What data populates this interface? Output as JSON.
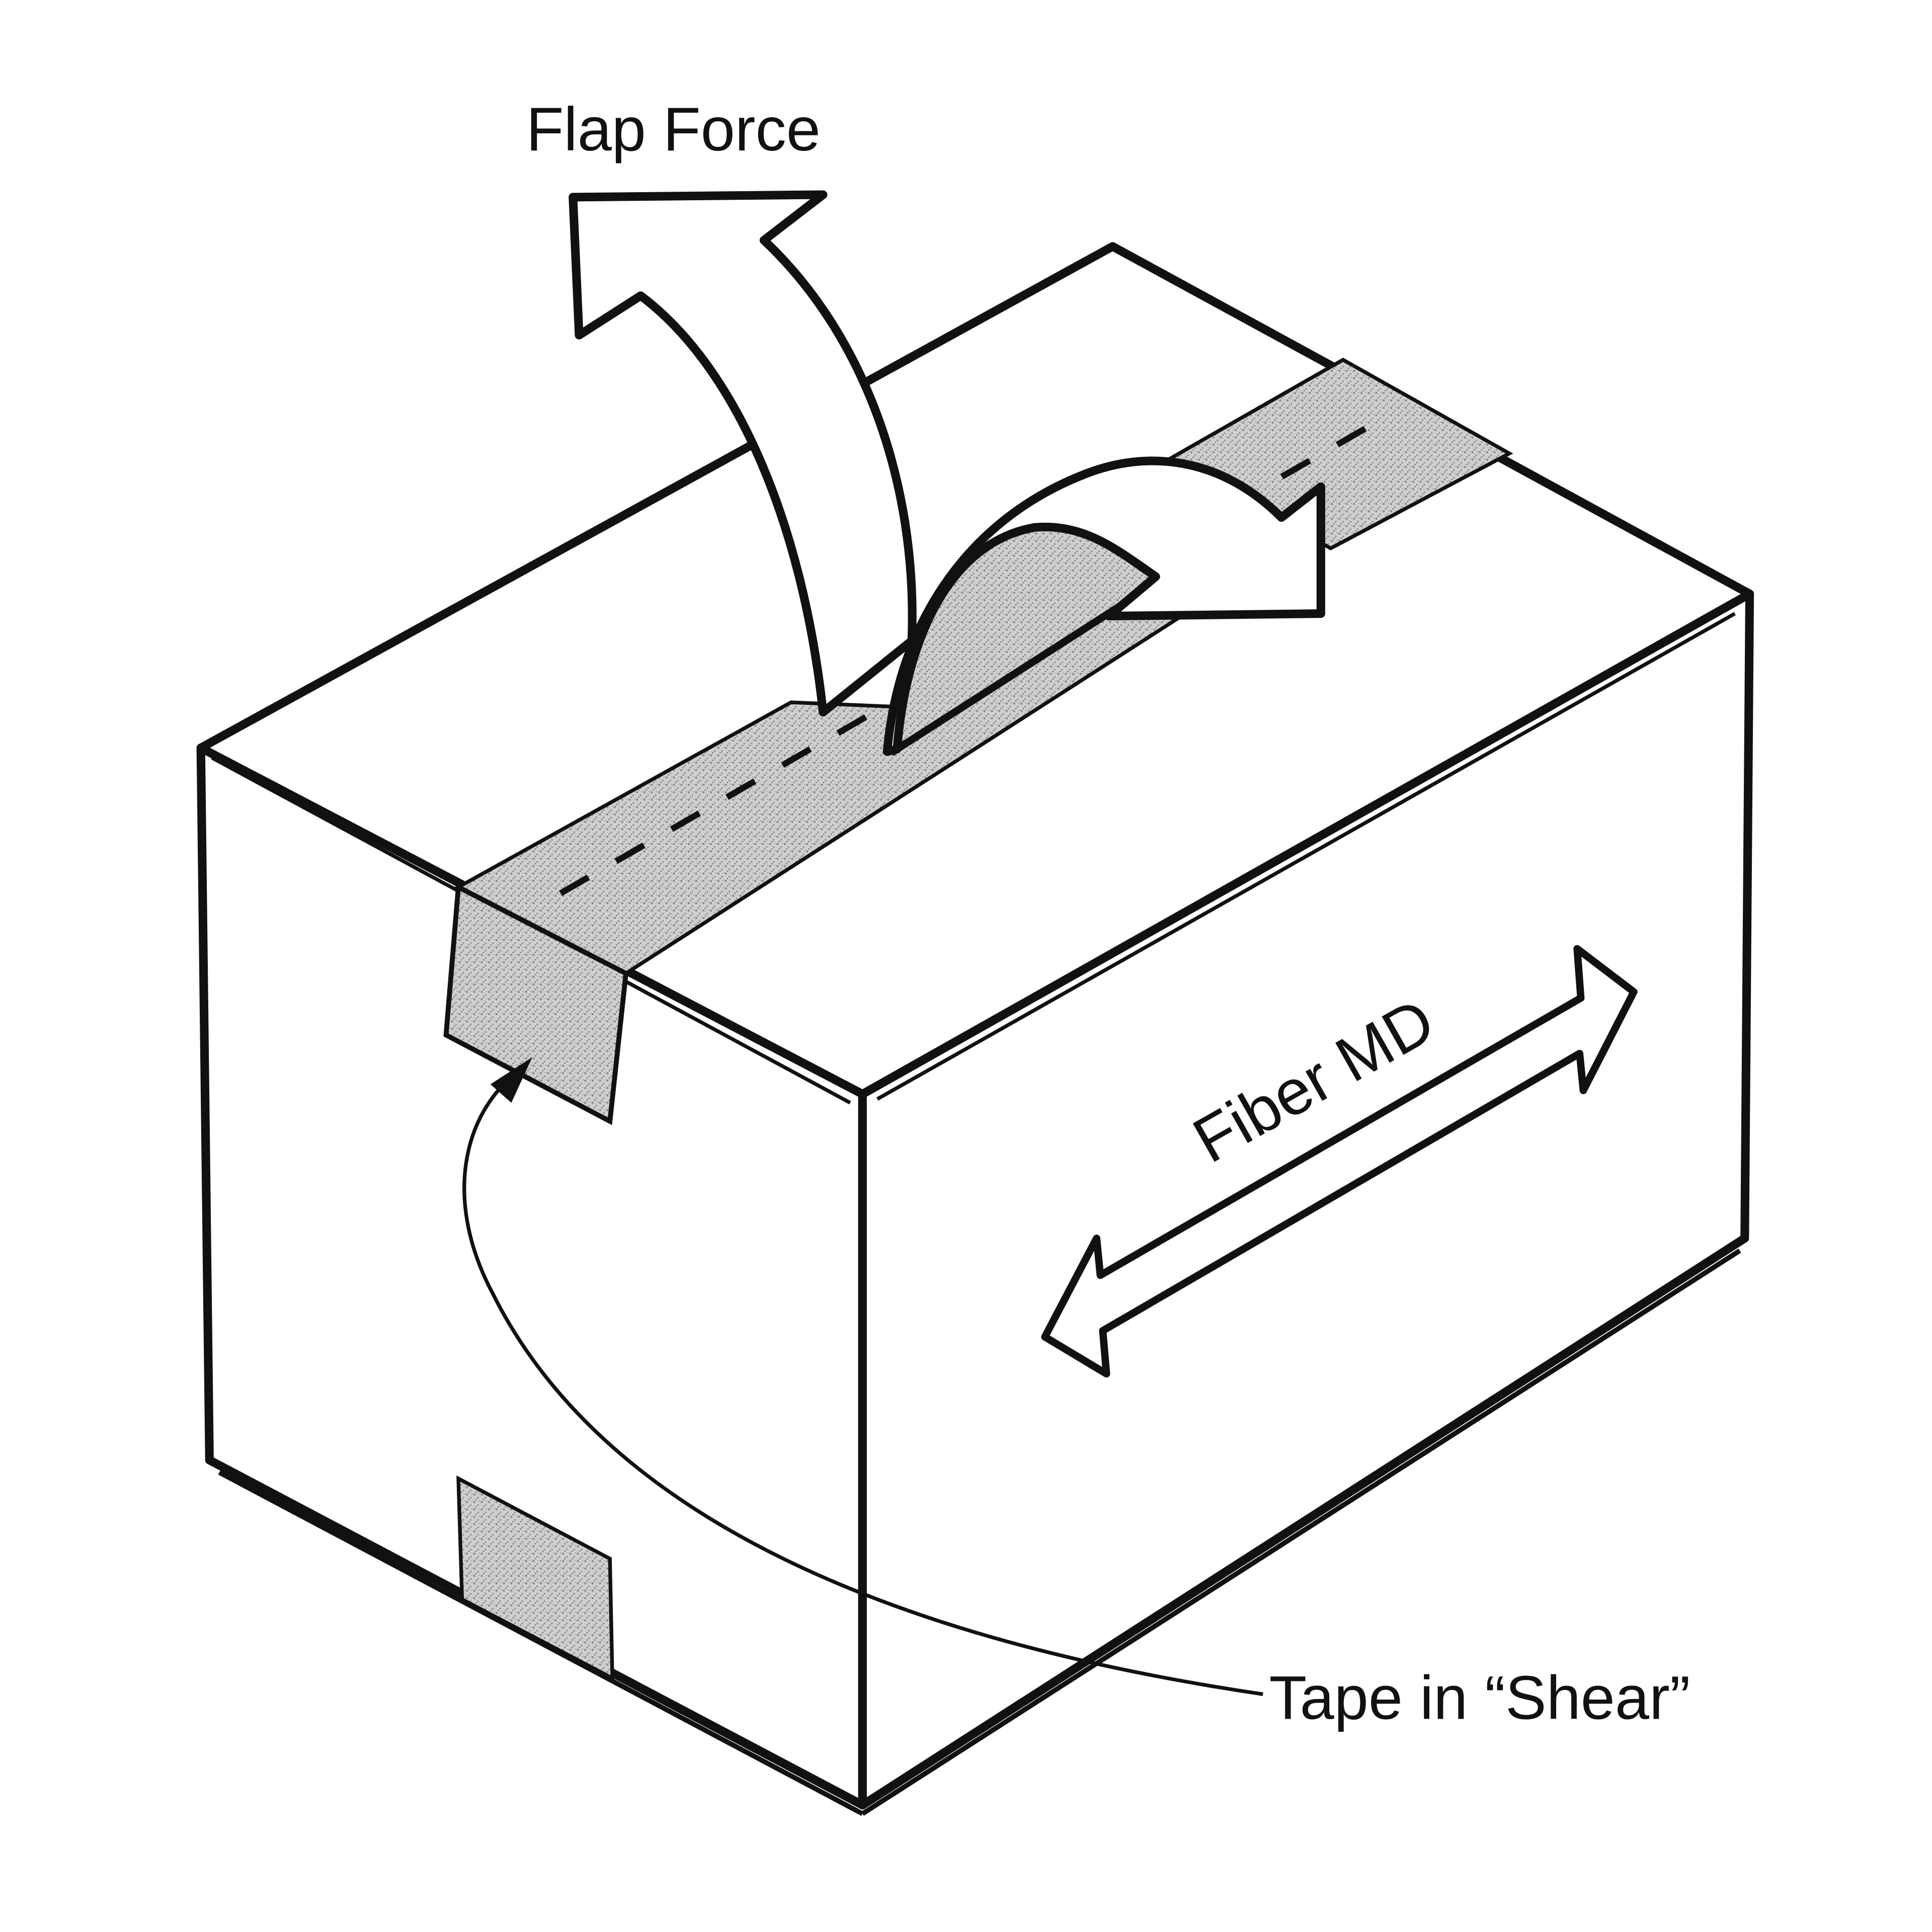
{
  "labels": {
    "flap_force": "Flap Force",
    "fiber_md": "Fiber MD",
    "tape_shear": "Tape in “Shear”"
  },
  "colors": {
    "ink": "#111111",
    "paper": "#ffffff",
    "tape_fill": "#d4d4d4"
  }
}
